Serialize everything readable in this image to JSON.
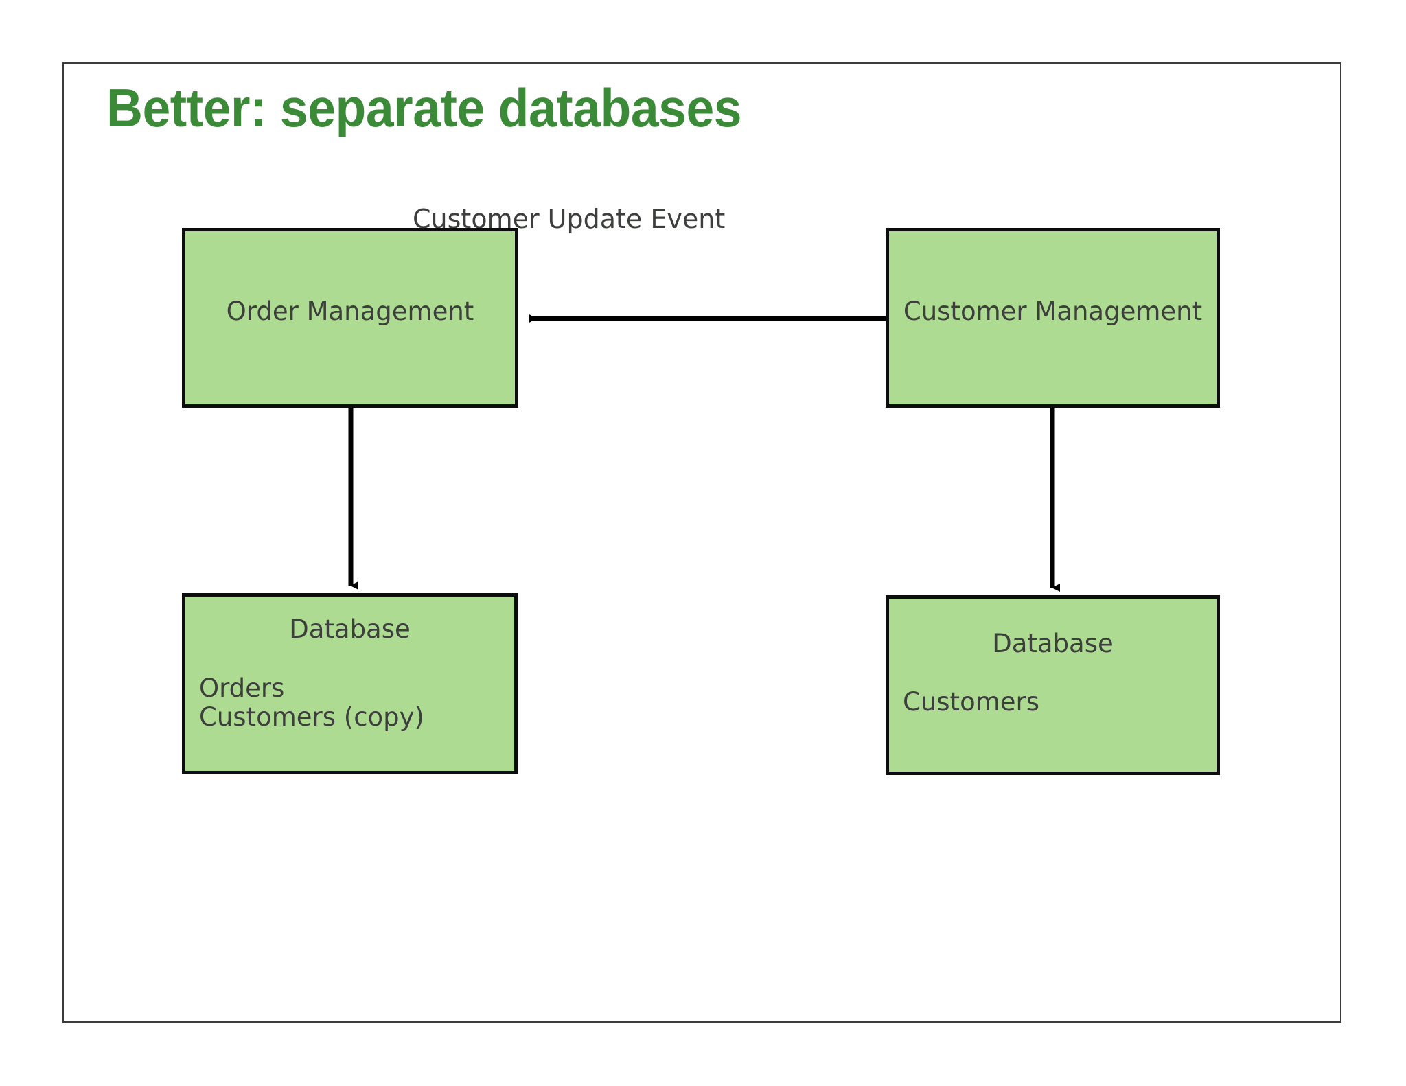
{
  "slide": {
    "title": "Better: separate databases",
    "title_color": "#3b8a38",
    "border_color": "#3b3b3f",
    "background": "#ffffff"
  },
  "theme": {
    "node_fill": "#aedb92",
    "node_border": "#0d0d0d",
    "node_text": "#3c3f3c",
    "arrow_color": "#000000"
  },
  "diagram": {
    "type": "flow",
    "nodes": [
      {
        "id": "order-management",
        "title": "Order Management",
        "lines": []
      },
      {
        "id": "customer-management",
        "title": "Customer Management",
        "lines": []
      },
      {
        "id": "order-database",
        "title": "Database",
        "lines": [
          "Orders",
          "Customers (copy)"
        ]
      },
      {
        "id": "customer-database",
        "title": "Database",
        "lines": [
          "Customers"
        ]
      }
    ],
    "edges": [
      {
        "id": "customer-update-event",
        "from": "customer-management",
        "to": "order-management",
        "label": "Customer Update Event",
        "direction": "left"
      },
      {
        "id": "order-to-order-database",
        "from": "order-management",
        "to": "order-database",
        "label": "",
        "direction": "down"
      },
      {
        "id": "customer-to-customer-database",
        "from": "customer-management",
        "to": "customer-database",
        "label": "",
        "direction": "down"
      }
    ]
  }
}
